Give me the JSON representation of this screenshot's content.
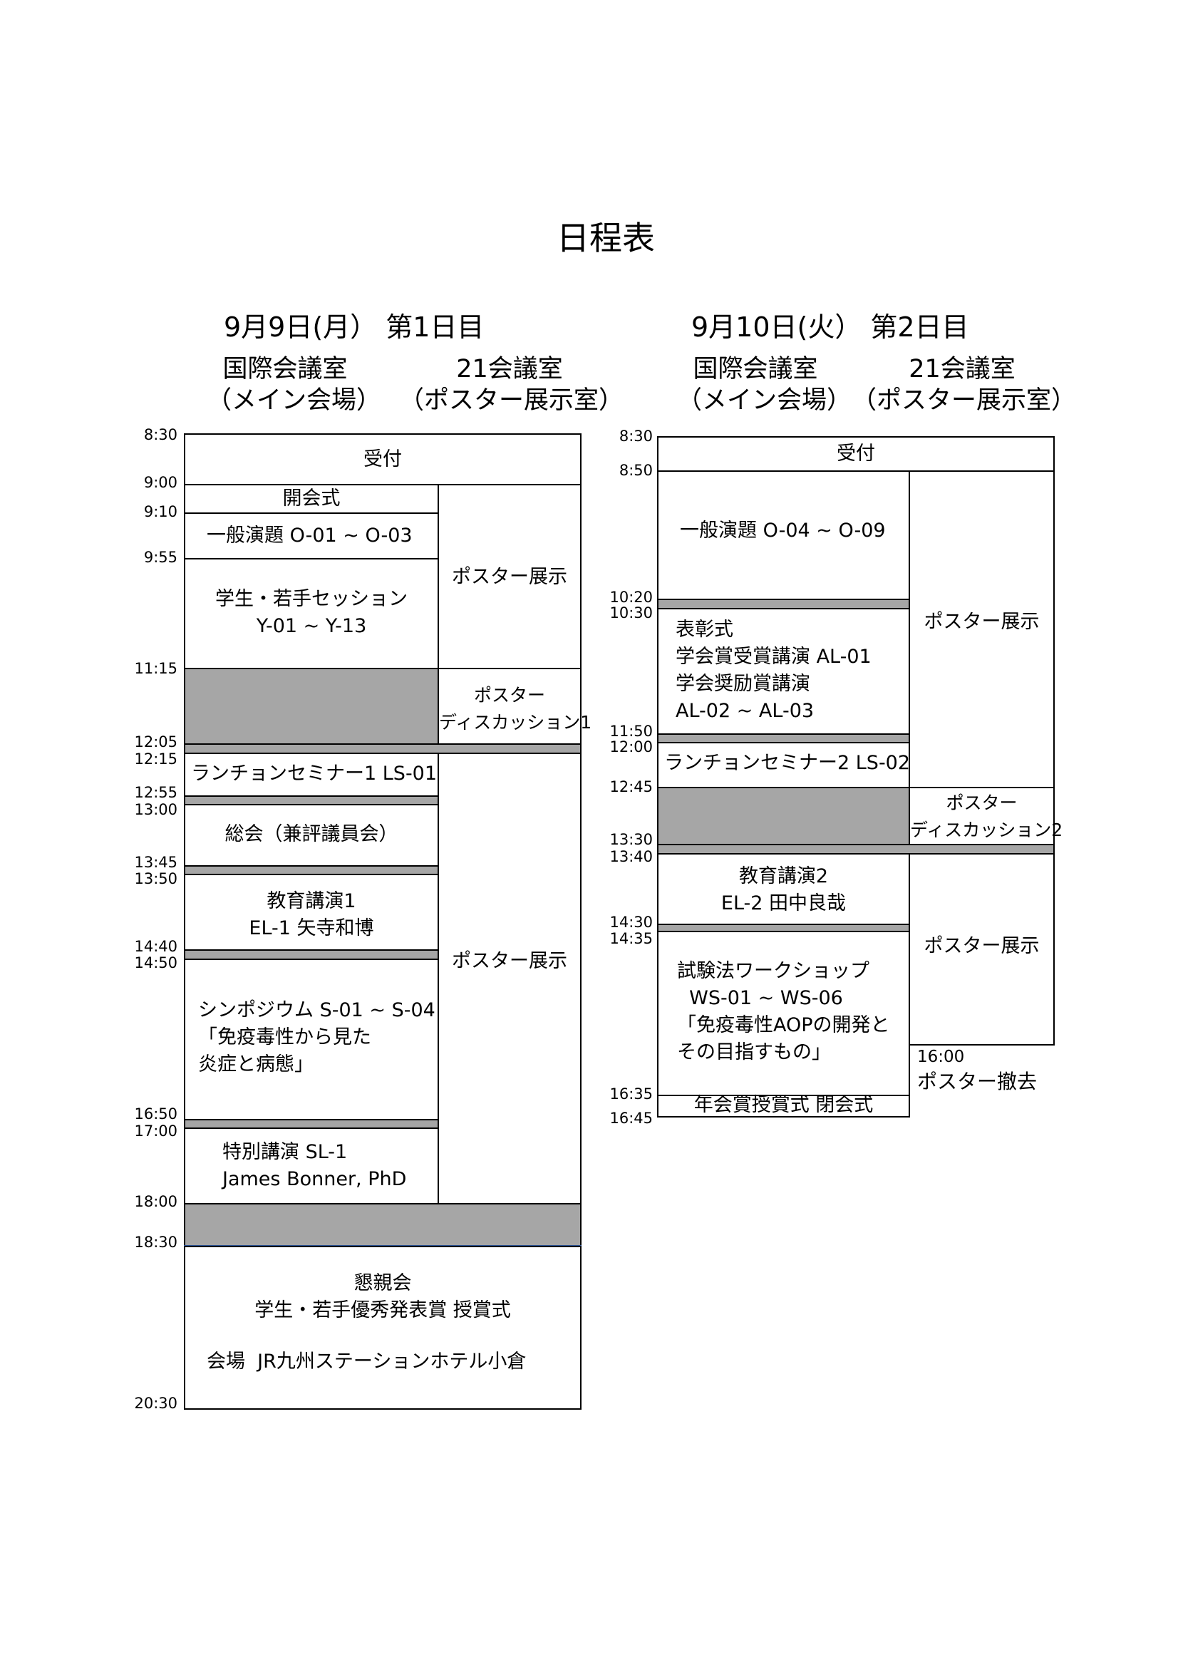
{
  "title": "日程表",
  "day1": {
    "heading": "9月9日(月） 第1日目",
    "room_main": "国際会議室\n（メイン会場）",
    "room_poster": "21会議室\n（ポスター展示室）",
    "times": [
      "8:30",
      "9:00",
      "9:10",
      "9:55",
      "11:15",
      "12:05",
      "12:15",
      "12:55",
      "13:00",
      "13:45",
      "13:50",
      "14:40",
      "14:50",
      "16:50",
      "17:00",
      "18:00",
      "18:30",
      "20:30"
    ],
    "reception": "受付",
    "opening": "開会式",
    "general": "一般演題 O-01 ~ O-03",
    "student": "学生・若手セッション\nY-01 ~ Y-13",
    "poster1": "ポスター展示",
    "poster_discussion": "ポスター\nディスカッション1",
    "luncheon": "ランチョンセミナー1 LS-01",
    "general_meeting": "総会（兼評議員会）",
    "education": "教育講演1\nEL-1 矢寺和博",
    "poster2": "ポスター展示",
    "symposium": "シンポジウム S-01 ~ S-04\n「免疫毒性から見た\n炎症と病態」",
    "special": "特別講演 SL-1\nJames Bonner, PhD",
    "banquet": "懇親会\n学生・若手優秀発表賞 授賞式",
    "banquet_venue": "会場  JR九州ステーションホテル小倉"
  },
  "day2": {
    "heading": "9月10日(火） 第2日目",
    "room_main": "国際会議室\n（メイン会場）",
    "room_poster": "21会議室\n（ポスター展示室）",
    "times": [
      "8:30",
      "8:50",
      "10:20",
      "10:30",
      "11:50",
      "12:00",
      "12:45",
      "13:30",
      "13:40",
      "14:30",
      "14:35",
      "16:35",
      "16:45"
    ],
    "reception": "受付",
    "general": "一般演題 O-04 ~ O-09",
    "poster1": "ポスター展示",
    "awards": "表彰式\n学会賞受賞講演 AL-01\n学会奨励賞講演\nAL-02 ~ AL-03",
    "luncheon": "ランチョンセミナー2 LS-02",
    "poster_discussion": "ポスター\nディスカッション2",
    "education": "教育講演2\nEL-2 田中良哉",
    "poster2": "ポスター展示",
    "workshop": "試験法ワークショップ\n  WS-01 ~ WS-06\n「免疫毒性AOPの開発と\nその目指すもの」",
    "poster_end_time": "16:00",
    "poster_removal": "ポスター撤去",
    "closing": "年会賞授賞式 閉会式"
  }
}
